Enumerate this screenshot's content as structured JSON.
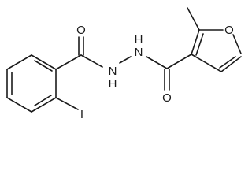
{
  "molecule": {
    "atom_labels": {
      "oxygen_left": "O",
      "oxygen_right": "O",
      "oxygen_furan": "O",
      "iodine": "I",
      "nh1": "N",
      "nh1_h": "H",
      "nh2": "N",
      "nh2_h": "H"
    }
  },
  "colors": {
    "ink": "#1a1a1a",
    "background": "#ffffff"
  }
}
